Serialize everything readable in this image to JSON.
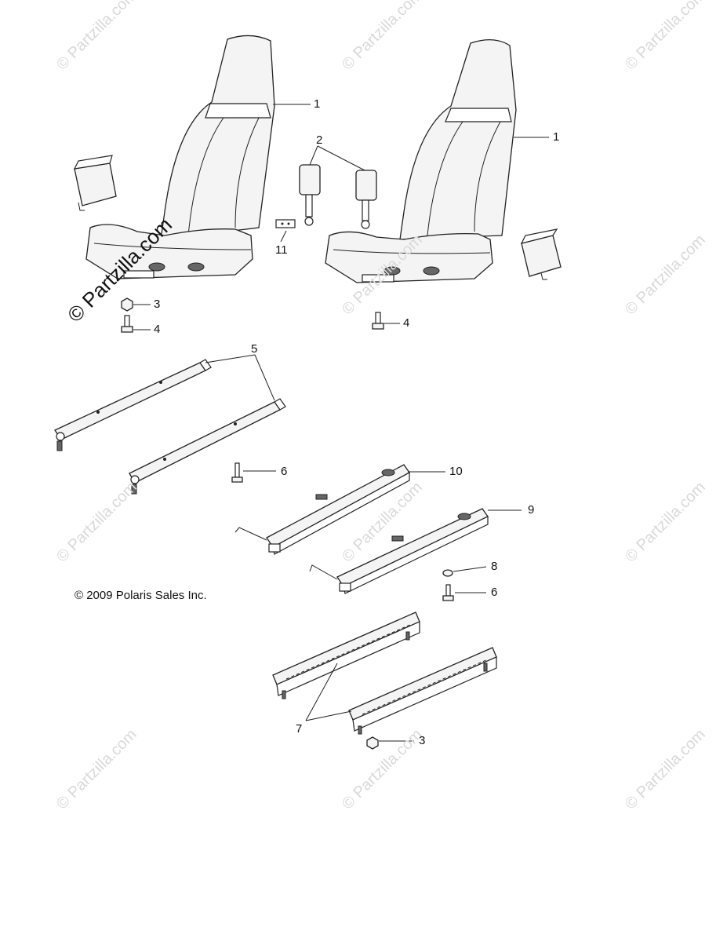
{
  "watermark": {
    "text": "© Partzilla.com",
    "prominent_text": "© Partzilla.com"
  },
  "copyright": "© 2009 Polaris Sales Inc.",
  "callouts": [
    "1",
    "1",
    "2",
    "3",
    "4",
    "4",
    "5",
    "6",
    "6",
    "7",
    "8",
    "9",
    "10",
    "11",
    "3"
  ],
  "parts": [
    {
      "ref": "1",
      "icon": "seat-icon"
    },
    {
      "ref": "2",
      "icon": "seat-belt-buckle-icon"
    },
    {
      "ref": "3",
      "icon": "nut-icon"
    },
    {
      "ref": "4",
      "icon": "bolt-icon"
    },
    {
      "ref": "5",
      "icon": "seat-bracket-icon"
    },
    {
      "ref": "6",
      "icon": "bolt-icon"
    },
    {
      "ref": "7",
      "icon": "seat-rail-icon"
    },
    {
      "ref": "8",
      "icon": "washer-icon"
    },
    {
      "ref": "9",
      "icon": "seat-slider-icon"
    },
    {
      "ref": "10",
      "icon": "seat-slider-icon"
    },
    {
      "ref": "11",
      "icon": "label-icon"
    }
  ]
}
